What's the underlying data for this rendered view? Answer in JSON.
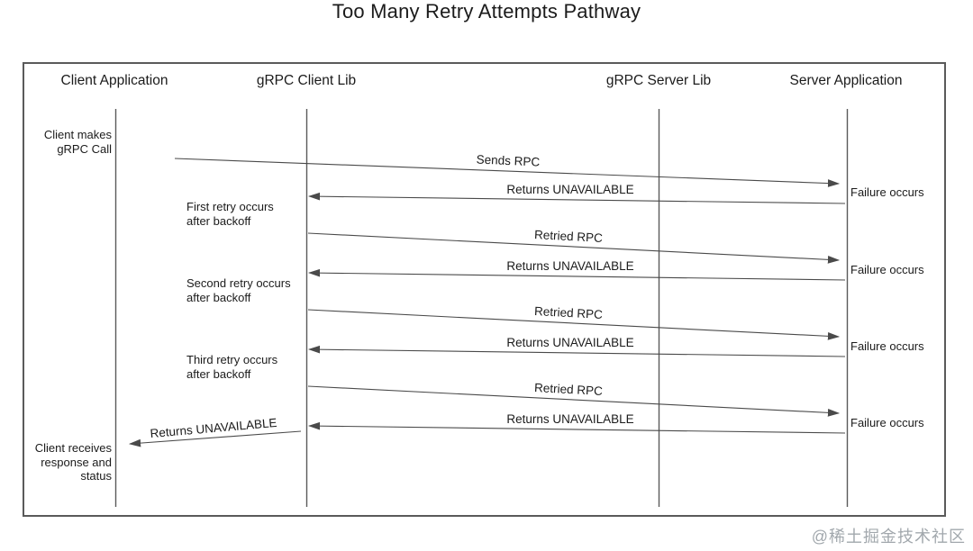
{
  "title": "Too Many Retry Attempts Pathway",
  "watermark": "@稀土掘金技术社区",
  "colors": {
    "line": "#4a4a4a",
    "frame": "#5a5a5a",
    "text": "#1b1b1b",
    "watermark": "#a2a8ad"
  },
  "actors": [
    {
      "id": "client-application",
      "label": "Client Application"
    },
    {
      "id": "grpc-client-lib",
      "label": "gRPC Client Lib"
    },
    {
      "id": "grpc-server-lib",
      "label": "gRPC Server Lib"
    },
    {
      "id": "server-application",
      "label": "Server Application"
    }
  ],
  "annotations": [
    {
      "id": "client-makes-call",
      "text": "Client makes\ngRPC Call"
    },
    {
      "id": "first-retry",
      "text": "First retry occurs\nafter backoff"
    },
    {
      "id": "second-retry",
      "text": "Second retry occurs\nafter backoff"
    },
    {
      "id": "third-retry",
      "text": "Third retry occurs\nafter backoff"
    },
    {
      "id": "client-receives",
      "text": "Client receives\nresponse and\nstatus"
    }
  ],
  "failure_labels": [
    "Failure occurs",
    "Failure occurs",
    "Failure occurs",
    "Failure occurs"
  ],
  "messages": [
    {
      "label": "Sends RPC",
      "from": "gRPC Client Lib",
      "to": "Server Application",
      "direction": "right"
    },
    {
      "label": "Returns UNAVAILABLE",
      "from": "Server Application",
      "to": "gRPC Client Lib",
      "direction": "left"
    },
    {
      "label": "Retried RPC",
      "from": "gRPC Client Lib",
      "to": "Server Application",
      "direction": "right"
    },
    {
      "label": "Returns UNAVAILABLE",
      "from": "Server Application",
      "to": "gRPC Client Lib",
      "direction": "left"
    },
    {
      "label": "Retried RPC",
      "from": "gRPC Client Lib",
      "to": "Server Application",
      "direction": "right"
    },
    {
      "label": "Returns UNAVAILABLE",
      "from": "Server Application",
      "to": "gRPC Client Lib",
      "direction": "left"
    },
    {
      "label": "Retried RPC",
      "from": "gRPC Client Lib",
      "to": "Server Application",
      "direction": "right"
    },
    {
      "label": "Returns UNAVAILABLE",
      "from": "Server Application",
      "to": "gRPC Client Lib",
      "direction": "left"
    },
    {
      "label": "Returns UNAVAILABLE",
      "from": "gRPC Client Lib",
      "to": "Client Application",
      "direction": "left"
    }
  ]
}
